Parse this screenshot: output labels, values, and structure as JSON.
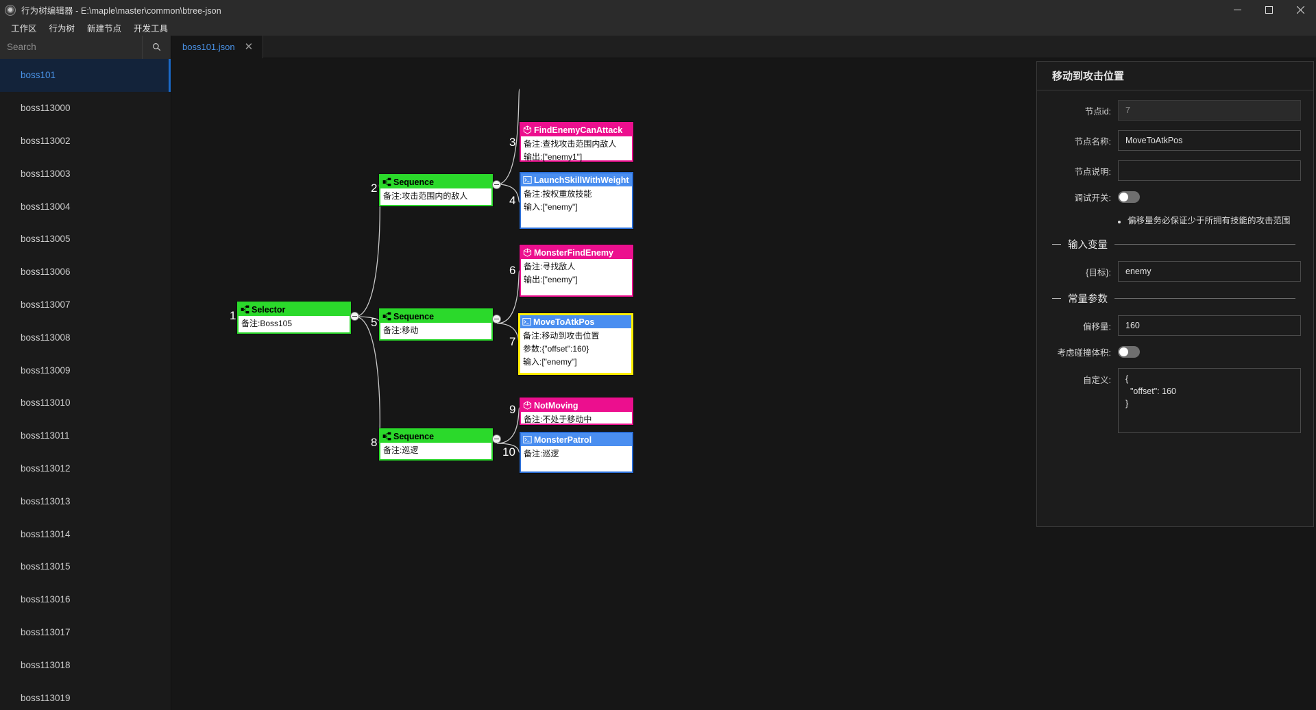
{
  "window": {
    "title": "行为树编辑器 - E:\\maple\\master\\common\\btree-json",
    "app_icon": "app-gear-icon",
    "minimize_label": "─",
    "maximize_label": "❐",
    "close_label": "✕"
  },
  "menubar": {
    "items": [
      {
        "label": "工作区"
      },
      {
        "label": "行为树"
      },
      {
        "label": "新建节点"
      },
      {
        "label": "开发工具"
      }
    ]
  },
  "sidebar": {
    "search": {
      "placeholder": "Search",
      "value": "",
      "icon": "search-icon"
    },
    "items": [
      {
        "label": "boss101",
        "active": true
      },
      {
        "label": "boss113000",
        "active": false
      },
      {
        "label": "boss113002",
        "active": false
      },
      {
        "label": "boss113003",
        "active": false
      },
      {
        "label": "boss113004",
        "active": false
      },
      {
        "label": "boss113005",
        "active": false
      },
      {
        "label": "boss113006",
        "active": false
      },
      {
        "label": "boss113007",
        "active": false
      },
      {
        "label": "boss113008",
        "active": false
      },
      {
        "label": "boss113009",
        "active": false
      },
      {
        "label": "boss113010",
        "active": false
      },
      {
        "label": "boss113011",
        "active": false
      },
      {
        "label": "boss113012",
        "active": false
      },
      {
        "label": "boss113013",
        "active": false
      },
      {
        "label": "boss113014",
        "active": false
      },
      {
        "label": "boss113015",
        "active": false
      },
      {
        "label": "boss113016",
        "active": false
      },
      {
        "label": "boss113017",
        "active": false
      },
      {
        "label": "boss113018",
        "active": false
      },
      {
        "label": "boss113019",
        "active": false
      }
    ]
  },
  "tabs": [
    {
      "label": "boss101.json",
      "close_label": "✕",
      "active": true
    }
  ],
  "graph": {
    "nodes": [
      {
        "num": "1",
        "kind": "composite",
        "icon": "tree-icon",
        "title": "Selector",
        "lines": [
          "备注:Boss105"
        ]
      },
      {
        "num": "2",
        "kind": "composite",
        "icon": "tree-icon",
        "title": "Sequence",
        "lines": [
          "备注:攻击范围内的敌人"
        ]
      },
      {
        "num": "3",
        "kind": "cond",
        "icon": "cube-icon",
        "title": "FindEnemyCanAttack",
        "lines": [
          "备注:查找攻击范围内敌人",
          "输出:[\"enemy1\"]"
        ]
      },
      {
        "num": "4",
        "kind": "action",
        "icon": "terminal-icon",
        "title": "LaunchSkillWithWeight",
        "lines": [
          "备注:按权重放技能",
          "输入:[\"enemy\"]"
        ]
      },
      {
        "num": "5",
        "kind": "composite",
        "icon": "tree-icon",
        "title": "Sequence",
        "lines": [
          "备注:移动"
        ]
      },
      {
        "num": "6",
        "kind": "cond",
        "icon": "cube-icon",
        "title": "MonsterFindEnemy",
        "lines": [
          "备注:寻找敌人",
          "输出:[\"enemy\"]"
        ]
      },
      {
        "num": "7",
        "kind": "action",
        "icon": "terminal-icon",
        "title": "MoveToAtkPos",
        "selected": true,
        "lines": [
          "备注:移动到攻击位置",
          "参数:{\"offset\":160}",
          "输入:[\"enemy\"]"
        ]
      },
      {
        "num": "8",
        "kind": "composite",
        "icon": "tree-icon",
        "title": "Sequence",
        "lines": [
          "备注:巡逻"
        ]
      },
      {
        "num": "9",
        "kind": "cond",
        "icon": "cube-icon",
        "title": "NotMoving",
        "lines": [
          "备注:不处于移动中"
        ]
      },
      {
        "num": "10",
        "kind": "action",
        "icon": "terminal-icon",
        "title": "MonsterPatrol",
        "lines": [
          "备注:巡逻"
        ]
      }
    ]
  },
  "panel": {
    "title": "移动到攻击位置",
    "node_id": {
      "label": "节点id:",
      "value": "7"
    },
    "node_name": {
      "label": "节点名称:",
      "value": "MoveToAtkPos"
    },
    "node_desc": {
      "label": "节点说明:",
      "value": ""
    },
    "debug_switch": {
      "label": "调试开关:",
      "on": false
    },
    "note": "偏移量务必保证少于所拥有技能的攻击范围",
    "input_section": {
      "title": "输入变量"
    },
    "input_target": {
      "label": "{目标}:",
      "value": "enemy"
    },
    "const_section": {
      "title": "常量参数"
    },
    "offset": {
      "label": "偏移量:",
      "value": "160"
    },
    "collision": {
      "label": "考虑碰撞体积:",
      "on": false
    },
    "custom": {
      "label": "自定义:",
      "value": "{\n  \"offset\": 160\n}"
    }
  },
  "colors": {
    "composite": "#2bd92b",
    "condition": "#ec0f8e",
    "action": "#4a8ef0",
    "selected_border": "#ffee00",
    "accent_blue": "#4a93e8",
    "bg": "#161616"
  }
}
